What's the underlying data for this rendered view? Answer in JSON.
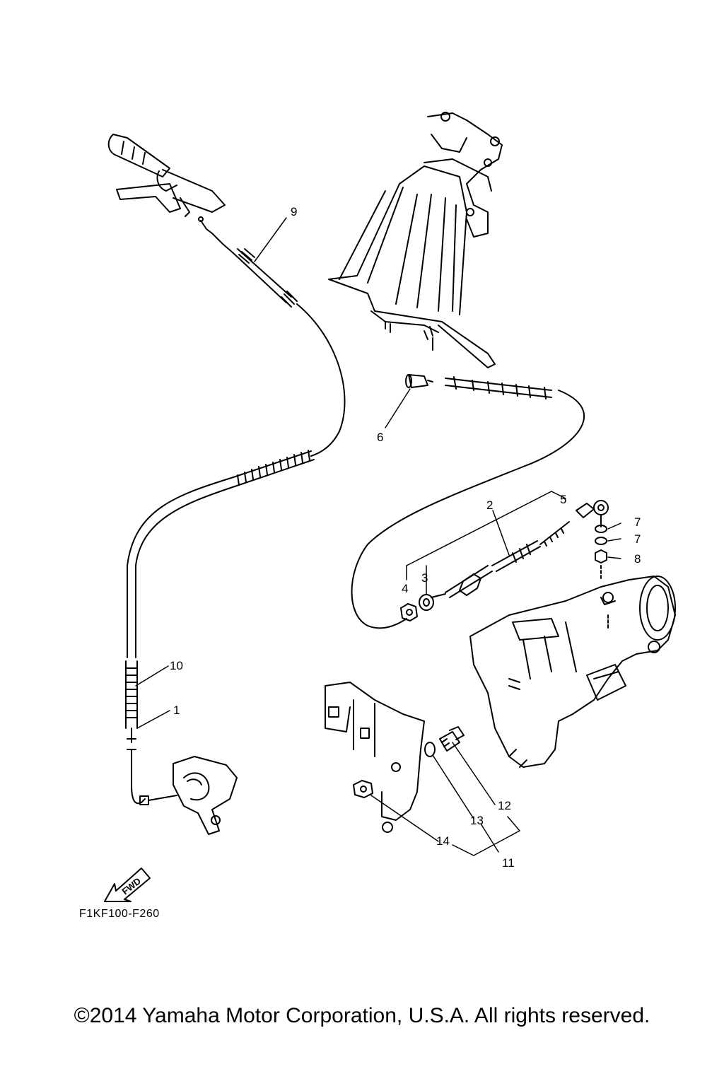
{
  "diagram": {
    "labels": {
      "p1": "1",
      "p2": "2",
      "p3": "3",
      "p4": "4",
      "p5": "5",
      "p6": "6",
      "p7a": "7",
      "p7b": "7",
      "p8": "8",
      "p9": "9",
      "p10": "10",
      "p11": "11",
      "p12": "12",
      "p13": "13",
      "p14": "14"
    },
    "fwd_arrow": "FWD",
    "code": "F1KF100-F260"
  },
  "footer": {
    "copyright": "©2014 Yamaha Motor Corporation, U.S.A. All rights reserved."
  }
}
